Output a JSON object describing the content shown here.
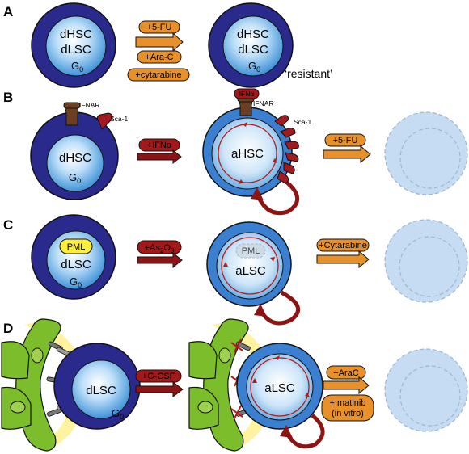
{
  "panels": {
    "a": {
      "letter": "A",
      "cell1": {
        "line1": "dHSC",
        "line2": "dLSC",
        "g0": "G",
        "g0_sub": "0"
      },
      "drugs": [
        "+5-FU",
        "+Ara-C",
        "+cytarabine"
      ],
      "cell2": {
        "line1": "dHSC",
        "line2": "dLSC",
        "g0": "G",
        "g0_sub": "0"
      },
      "resistant": "‘resistant’"
    },
    "b": {
      "letter": "B",
      "ifnar": "IFNAR",
      "sca1": "Sca-1",
      "cell1": {
        "label": "dHSC",
        "g0": "G",
        "g0_sub": "0"
      },
      "treatment": "+IFNα",
      "ifn_bound": "IFNα",
      "ifnar2": "IFNAR",
      "sca1_2": "Sca-1",
      "cell2": {
        "label": "aHSC"
      },
      "drug": "+5-FU"
    },
    "c": {
      "letter": "C",
      "pml": "PML",
      "cell1": {
        "label": "dLSC",
        "g0": "G",
        "g0_sub": "0"
      },
      "treatment": "+As",
      "treatment_sub1": "2",
      "treatment_mid": "O",
      "treatment_sub2": "3",
      "pml2": "PML",
      "cell2": {
        "label": "aLSC"
      },
      "drug": "+Cytarabine"
    },
    "d": {
      "letter": "D",
      "cell1": {
        "label": "dLSC",
        "g0": "G",
        "g0_sub": "0"
      },
      "treatment": "+G-CSF",
      "cell2": {
        "label": "aLSC"
      },
      "drug1": "+AraC",
      "drug2_line1": "+Imatinib",
      "drug2_line2": "(in vitro)"
    }
  },
  "colors": {
    "cell_outer": "#2a2a8c",
    "cell_inner": "#2f6fc9",
    "nucleus_light": "#d6ecfb",
    "nucleus_dark": "#3f93d8",
    "active_outer": "#3a7fd0",
    "pill_orange": "#e8902a",
    "arrow_orange": "#e8902a",
    "pill_red": "#a31919",
    "arrow_red": "#8e1414",
    "ghost_cell": "#c6dcf2",
    "ghost_stroke": "#9fb6cf",
    "niche_green": "#7bbd2a",
    "niche_yellow": "#fff3a0",
    "pml_yellow": "#ffef3a",
    "receptor_brown": "#6b3f1f",
    "sca1_red": "#a31920"
  }
}
